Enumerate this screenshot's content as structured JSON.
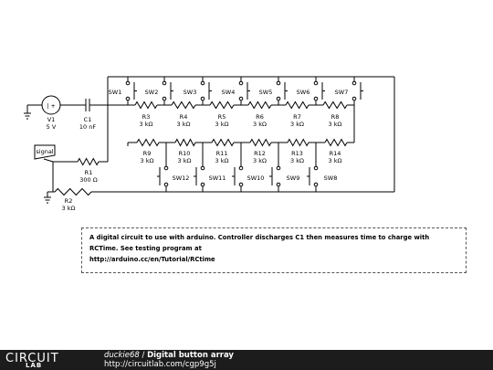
{
  "circuit": {
    "components": {
      "V1": {
        "name": "V1",
        "value": "5 V"
      },
      "C1": {
        "name": "C1",
        "value": "10 nF"
      },
      "R1": {
        "name": "R1",
        "value": "300 Ω"
      },
      "R2": {
        "name": "R2",
        "value": "3 kΩ"
      },
      "signal": "signal"
    },
    "top_switches": [
      "SW1",
      "SW2",
      "SW3",
      "SW4",
      "SW5",
      "SW6",
      "SW7"
    ],
    "top_resistors": [
      {
        "name": "R3",
        "value": "3 kΩ"
      },
      {
        "name": "R4",
        "value": "3 kΩ"
      },
      {
        "name": "R5",
        "value": "3 kΩ"
      },
      {
        "name": "R6",
        "value": "3 kΩ"
      },
      {
        "name": "R7",
        "value": "3 kΩ"
      },
      {
        "name": "R8",
        "value": "3 kΩ"
      }
    ],
    "bottom_resistors": [
      {
        "name": "R9",
        "value": "3 kΩ"
      },
      {
        "name": "R10",
        "value": "3 kΩ"
      },
      {
        "name": "R11",
        "value": "3 kΩ"
      },
      {
        "name": "R12",
        "value": "3 kΩ"
      },
      {
        "name": "R13",
        "value": "3 kΩ"
      },
      {
        "name": "R14",
        "value": "3 kΩ"
      }
    ],
    "bottom_switches": [
      "SW12",
      "SW11",
      "SW10",
      "SW9",
      "SW8"
    ]
  },
  "note": {
    "line1": "A digital circuit to use with arduino. Controller discharges C1 then measures time to charge with RCTime. See testing program at",
    "line2": "http://arduino.cc/en/Tutorial/RCtime"
  },
  "footer": {
    "logo_text": "CIRCUIT",
    "logo_sub": "LAB",
    "author": "duckie68",
    "separator": " / ",
    "title": "Digital button array",
    "url": "http://circuitlab.com/cgp9g5j"
  }
}
